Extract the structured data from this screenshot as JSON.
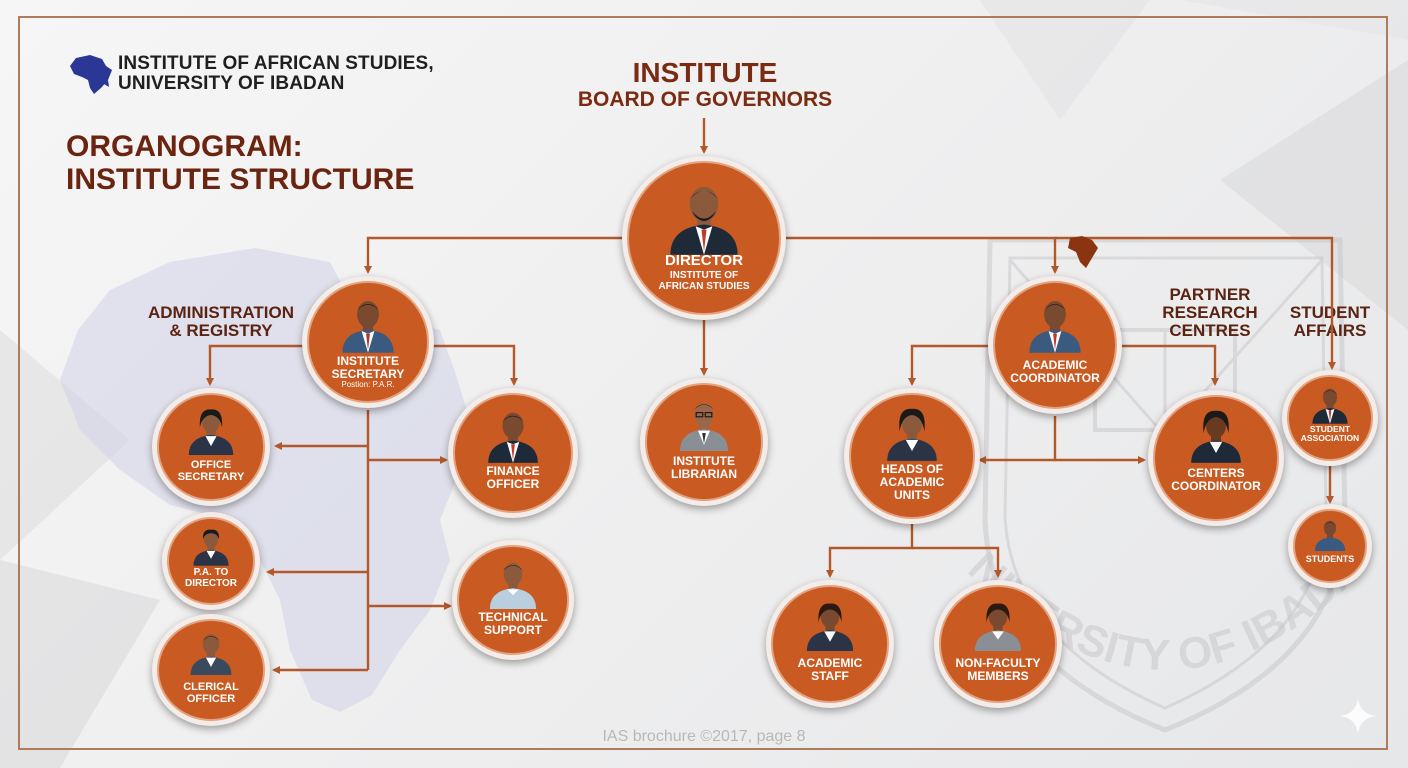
{
  "header": {
    "institution_line1": "INSTITUTE OF AFRICAN STUDIES,",
    "institution_line2": "UNIVERSITY OF IBADAN",
    "title_line1": "ORGANOGRAM:",
    "title_line2": "INSTITUTE STRUCTURE",
    "top_line1": "INSTITUTE",
    "top_line2": "BOARD OF GOVERNORS"
  },
  "sections": {
    "admin_line1": "ADMINISTRATION",
    "admin_line2": "& REGISTRY",
    "partner_line1": "PARTNER",
    "partner_line2": "RESEARCH",
    "partner_line3": "CENTRES",
    "student_line1": "STUDENT",
    "student_line2": "AFFAIRS"
  },
  "nodes": {
    "director": {
      "line1": "DIRECTOR",
      "line2": "INSTITUTE OF",
      "line3": "AFRICAN STUDIES"
    },
    "secretary": {
      "line1": "INSTITUTE",
      "line2": "SECRETARY",
      "line3": "Postion: P.A.R."
    },
    "office_secretary": {
      "line1": "OFFICE",
      "line2": "SECRETARY"
    },
    "pa_director": {
      "line1": "P.A. TO",
      "line2": "DIRECTOR"
    },
    "clerical": {
      "line1": "CLERICAL",
      "line2": "OFFICER"
    },
    "finance": {
      "line1": "FINANCE",
      "line2": "OFFICER"
    },
    "technical": {
      "line1": "TECHNICAL",
      "line2": "SUPPORT"
    },
    "librarian": {
      "line1": "INSTITUTE",
      "line2": "LIBRARIAN"
    },
    "academic_coord": {
      "line1": "ACADEMIC",
      "line2": "COORDINATOR"
    },
    "heads": {
      "line1": "HEADS OF",
      "line2": "ACADEMIC",
      "line3": "UNITS"
    },
    "centers": {
      "line1": "CENTERS",
      "line2": "COORDINATOR"
    },
    "academic_staff": {
      "line1": "ACADEMIC",
      "line2": "STAFF"
    },
    "non_faculty": {
      "line1": "NON-FACULTY",
      "line2": "MEMBERS"
    },
    "student_assoc": {
      "line1": "STUDENT",
      "line2": "ASSOCIATION"
    },
    "students": {
      "line1": "STUDENTS"
    }
  },
  "watermark": {
    "seal_text": "UNIVERSITY OF IBADAN"
  },
  "footer": {
    "caption": "IAS brochure ©2017, page 8"
  },
  "colors": {
    "accent": "#c85a22",
    "title": "#6b2410",
    "line": "#b3582a",
    "logo": "#2a3795"
  }
}
